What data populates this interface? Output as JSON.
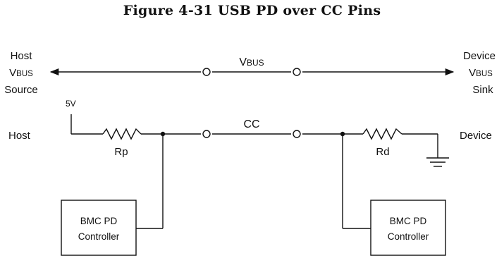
{
  "title": "Figure 4-31  USB PD over CC Pins",
  "left": {
    "host_line1": "Host",
    "vbus_prefix": "V",
    "vbus_suffix": "BUS",
    "source": "Source",
    "voltage": "5V",
    "host": "Host"
  },
  "right": {
    "device_line1": "Device",
    "vbus_prefix": "V",
    "vbus_suffix": "BUS",
    "sink": "Sink",
    "device": "Device"
  },
  "lines": {
    "vbus_prefix": "V",
    "vbus_suffix": "BUS",
    "cc": "CC"
  },
  "resistors": {
    "rp": "Rp",
    "rd": "Rd"
  },
  "controllers": {
    "left": {
      "line1": "BMC PD",
      "line2": "Controller"
    },
    "right": {
      "line1": "BMC PD",
      "line2": "Controller"
    }
  }
}
